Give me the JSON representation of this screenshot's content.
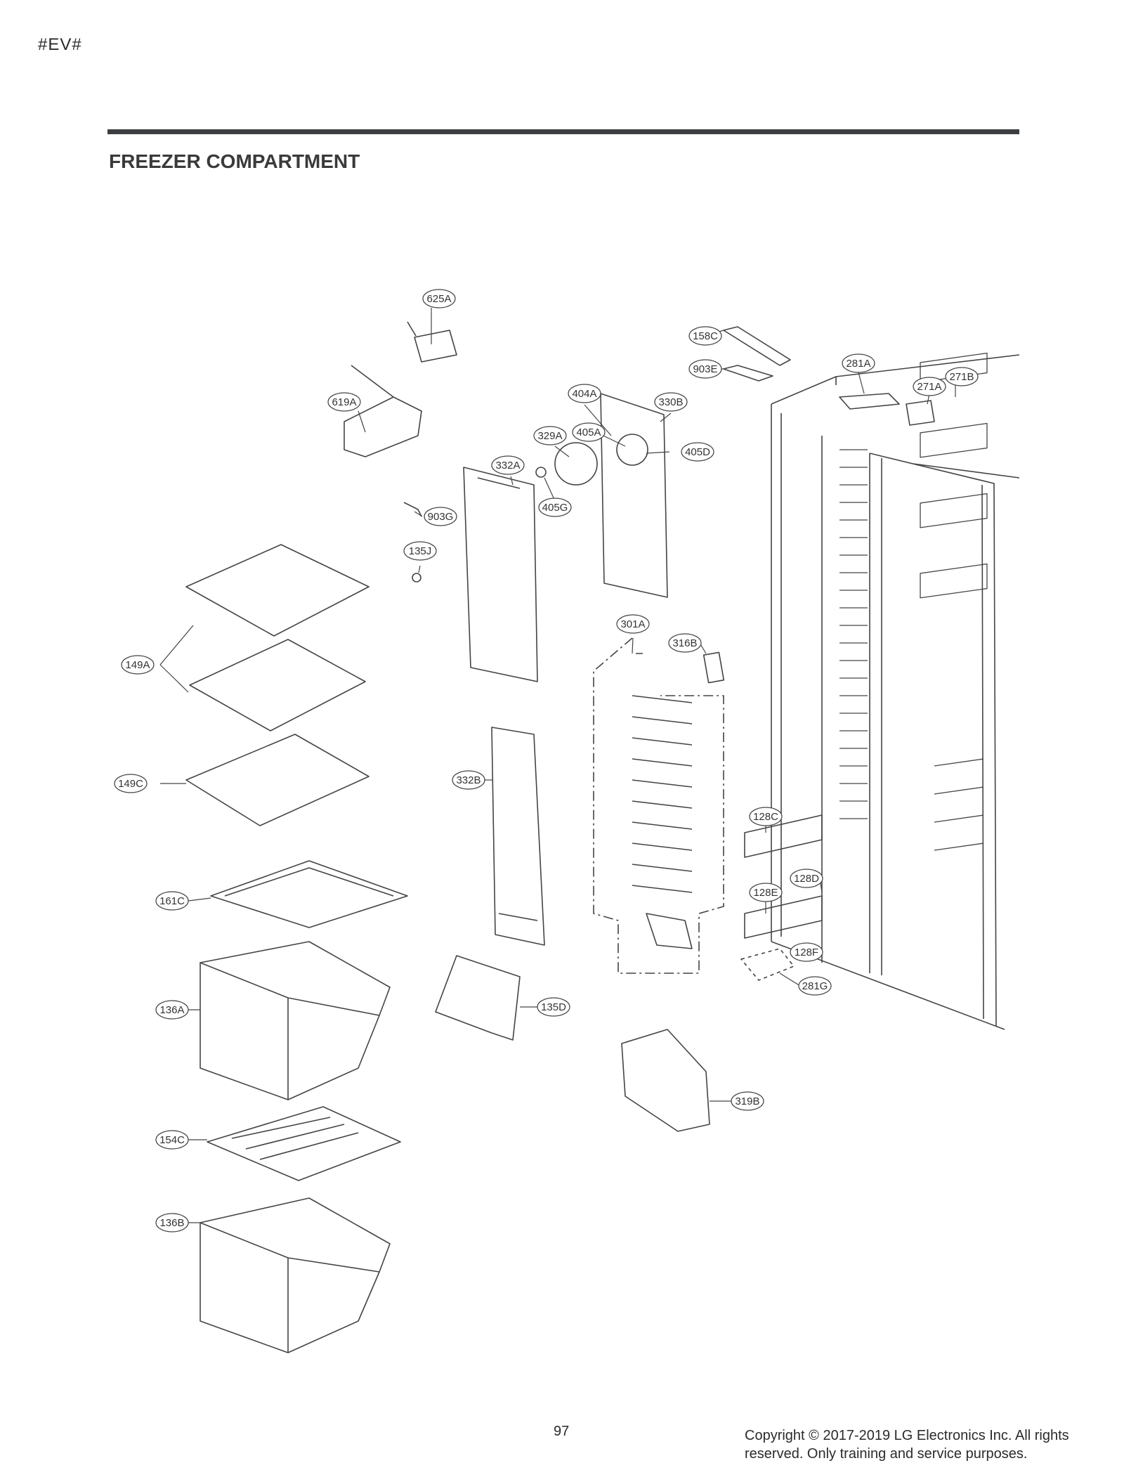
{
  "header": {
    "model_code": "#EV#",
    "section_title": "FREEZER COMPARTMENT"
  },
  "diagram": {
    "callouts": [
      {
        "id": "625A"
      },
      {
        "id": "158C"
      },
      {
        "id": "903E"
      },
      {
        "id": "281A"
      },
      {
        "id": "271B"
      },
      {
        "id": "271A"
      },
      {
        "id": "619A"
      },
      {
        "id": "404A"
      },
      {
        "id": "330B"
      },
      {
        "id": "405A"
      },
      {
        "id": "329A"
      },
      {
        "id": "405D"
      },
      {
        "id": "332A"
      },
      {
        "id": "405G"
      },
      {
        "id": "903G"
      },
      {
        "id": "135J"
      },
      {
        "id": "149A"
      },
      {
        "id": "301A"
      },
      {
        "id": "316B"
      },
      {
        "id": "149C"
      },
      {
        "id": "332B"
      },
      {
        "id": "128C"
      },
      {
        "id": "128D"
      },
      {
        "id": "128E"
      },
      {
        "id": "161C"
      },
      {
        "id": "128F"
      },
      {
        "id": "281G"
      },
      {
        "id": "136A"
      },
      {
        "id": "135D"
      },
      {
        "id": "319B"
      },
      {
        "id": "154C"
      },
      {
        "id": "136B"
      }
    ]
  },
  "footer": {
    "page_number": "97",
    "copyright": "Copyright © 2017-2019 LG Electronics Inc. All rights reserved. Only training and service purposes."
  }
}
